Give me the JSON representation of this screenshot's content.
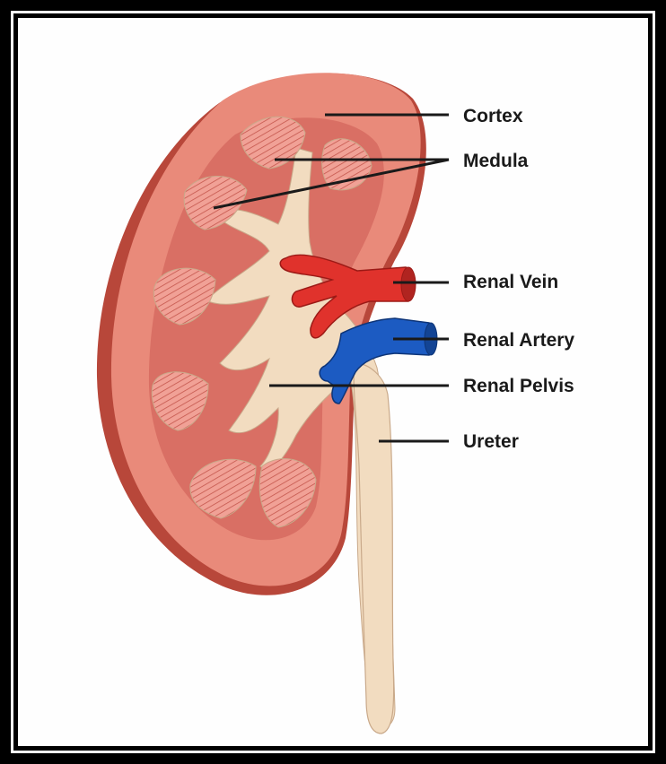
{
  "labels": {
    "cortex": "Cortex",
    "medula": "Medula",
    "renal_vein": "Renal Vein",
    "renal_artery": "Renal Artery",
    "renal_pelvis": "Renal Pelvis",
    "ureter": "Ureter"
  },
  "colors": {
    "cortex": "#e98a7a",
    "cortex_edge": "#b8473a",
    "medulla_area": "#d96f64",
    "pyramid": "#f1a196",
    "pyramid_stripe": "#c4564c",
    "pelvis": "#f2dcc0",
    "vein": "#e0322c",
    "artery": "#1c5bc2",
    "leader_line": "#1a1a1a"
  }
}
